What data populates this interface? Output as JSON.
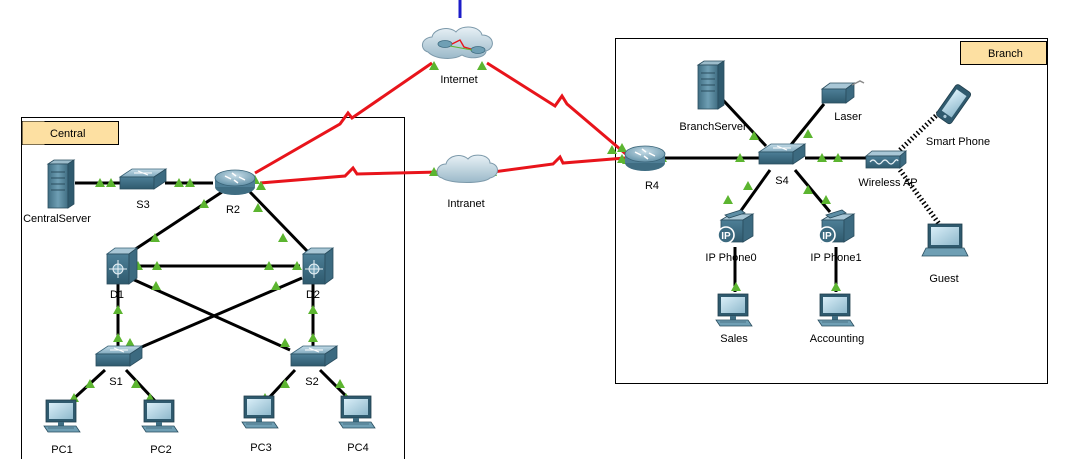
{
  "areas": {
    "central": {
      "label": "Central"
    },
    "branch": {
      "label": "Branch"
    }
  },
  "clouds": {
    "internet": {
      "label": "Internet"
    },
    "intranet": {
      "label": "Intranet"
    }
  },
  "devices": {
    "central_server": {
      "label": "CentralServer",
      "icon": "server-icon"
    },
    "s3": {
      "label": "S3",
      "icon": "switch-icon"
    },
    "r2": {
      "label": "R2",
      "icon": "router-icon"
    },
    "d1": {
      "label": "D1",
      "icon": "multilayer-switch-icon"
    },
    "d2": {
      "label": "D2",
      "icon": "multilayer-switch-icon"
    },
    "s1": {
      "label": "S1",
      "icon": "switch-icon"
    },
    "s2": {
      "label": "S2",
      "icon": "switch-icon"
    },
    "pc1": {
      "label": "PC1",
      "icon": "pc-icon"
    },
    "pc2": {
      "label": "PC2",
      "icon": "pc-icon"
    },
    "pc3": {
      "label": "PC3",
      "icon": "pc-icon"
    },
    "pc4": {
      "label": "PC4",
      "icon": "pc-icon"
    },
    "r4": {
      "label": "R4",
      "icon": "router-icon"
    },
    "branch_server": {
      "label": "BranchServer",
      "icon": "server-icon"
    },
    "laser": {
      "label": "Laser",
      "icon": "printer-icon"
    },
    "s4": {
      "label": "S4",
      "icon": "switch-icon"
    },
    "wireless_ap": {
      "label": "Wireless AP",
      "icon": "access-point-icon"
    },
    "smart_phone": {
      "label": "Smart Phone",
      "icon": "smartphone-icon"
    },
    "guest": {
      "label": "Guest",
      "icon": "laptop-icon"
    },
    "ip_phone0": {
      "label": "IP Phone0",
      "icon": "ip-phone-icon"
    },
    "ip_phone1": {
      "label": "IP Phone1",
      "icon": "ip-phone-icon"
    },
    "sales": {
      "label": "Sales",
      "icon": "pc-icon"
    },
    "accounting": {
      "label": "Accounting",
      "icon": "pc-icon"
    }
  },
  "colors": {
    "wan_link": "#e8141b",
    "lan_link": "#000000",
    "link_up": "#5cb530",
    "area_tag": "#fde0a2",
    "device_blue": "#5a8ea6"
  }
}
